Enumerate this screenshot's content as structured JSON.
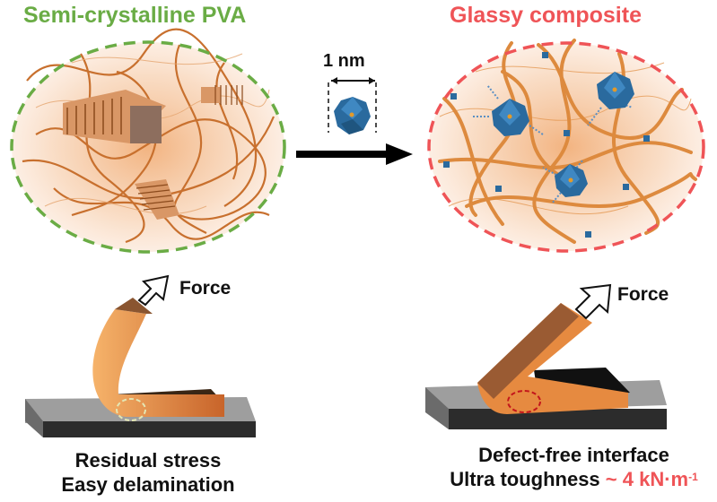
{
  "panels": {
    "left": {
      "title": "Semi-crystalline PVA",
      "force_label": "Force",
      "caption_line1": "Residual stress",
      "caption_line2": "Easy delamination"
    },
    "right": {
      "title": "Glassy composite",
      "force_label": "Force",
      "caption_line1": "Defect-free interface",
      "caption_line2_prefix": "Ultra toughness",
      "toughness_value": "~ 4 kN·m",
      "toughness_exponent": "-1"
    }
  },
  "center": {
    "scale_label": "1 nm",
    "arrow": "right-arrow-icon"
  },
  "colors": {
    "green_accent": "#6aac45",
    "red_accent": "#ef5457",
    "polymer_orange": "#e0853b",
    "cluster_blue": "#2a6a9e",
    "substrate_dark": "#2c2c2c"
  }
}
